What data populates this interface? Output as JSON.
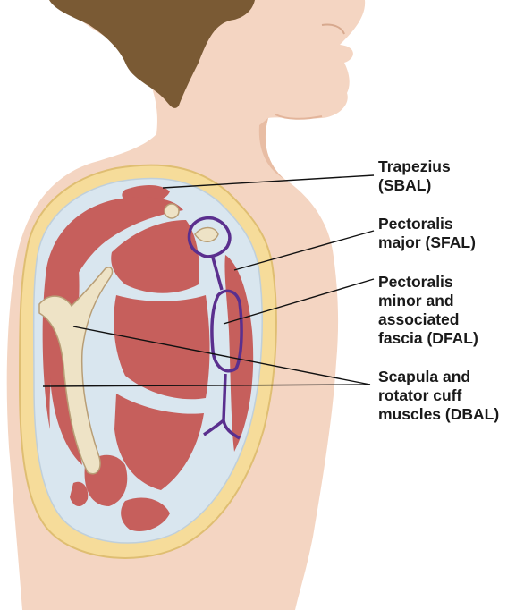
{
  "diagram": {
    "labels": {
      "trapezius": "Trapezius\n(SBAL)",
      "pectoralis_major": "Pectoralis\nmajor (SFAL)",
      "pectoralis_minor": "Pectoralis\nminor and\nassociated\nfascia (DFAL)",
      "scapula": "Scapula and\nrotator cuff\nmuscles (DBAL)"
    },
    "colors": {
      "skin": "#f4d5c2",
      "skin_shadow": "#e8bda4",
      "hair": "#7a5a34",
      "fat_layer": "#f6dc9a",
      "fascia": "#d9e6ef",
      "muscle": "#c65f5c",
      "bone": "#eee3c6",
      "deep_fascia_line": "#5a2f8e"
    }
  }
}
